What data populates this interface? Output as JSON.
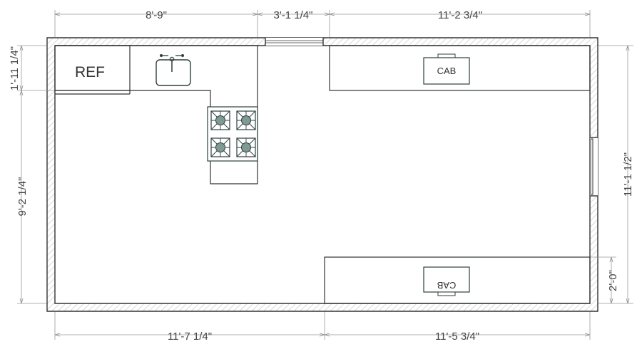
{
  "dimensions": {
    "top_left": "8'-9\"",
    "top_middle": "3'-1 1/4\"",
    "top_right": "11'-2 3/4\"",
    "bottom_left": "11'-7 1/4\"",
    "bottom_right": "11'-5 3/4\"",
    "left_upper": "1'-11 1/4\"",
    "left_lower": "9'-2 1/4\"",
    "right_overall": "11'-1 1/2\"",
    "right_lower": "2'-0\""
  },
  "labels": {
    "refrigerator": "REF",
    "cabinet_top": "CAB",
    "cabinet_bottom": "CAB"
  },
  "colors": {
    "wall_line": "#333333",
    "wall_hatch": "#c9c9c9",
    "dimension_line": "#999999",
    "fixture_line": "#2c3f3c",
    "burner_fill": "#7f9a92"
  },
  "icons": [
    "sink-icon",
    "cooktop-icon",
    "burner-icon",
    "dimension-arrow-icon"
  ]
}
